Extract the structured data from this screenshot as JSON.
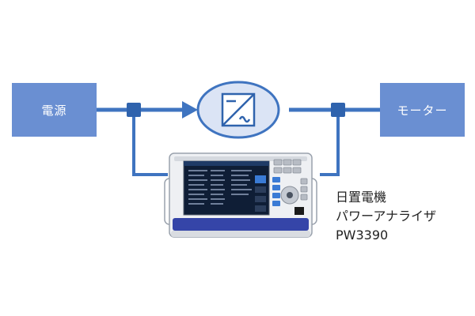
{
  "diagram": {
    "source_label": "電源",
    "motor_label": "モーター",
    "analyzer_caption": {
      "line1": "日置電機",
      "line2": "パワーアナライザ",
      "line3": "PW3390"
    },
    "inverter_icon": "inverter-symbol-icon",
    "device_icon": "power-analyzer-device-icon",
    "colors": {
      "box_fill": "#6a8fd2",
      "wire": "#3f74c0",
      "inverter_fill": "#dbe4f5",
      "caption_text": "#222222"
    }
  }
}
